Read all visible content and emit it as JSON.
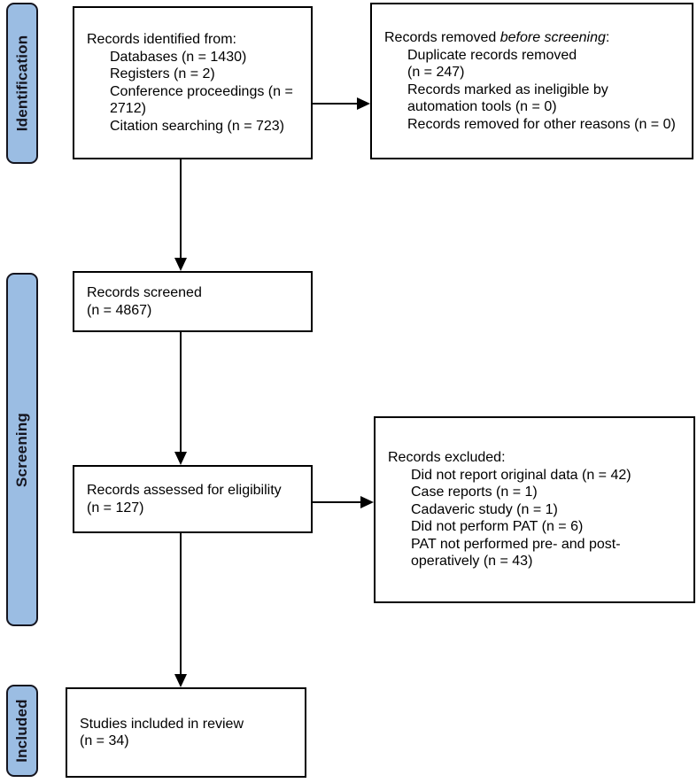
{
  "colors": {
    "rail_fill": "#9BBDE3",
    "rail_border": "#15151F",
    "box_border": "#000000",
    "arrow_color": "#000000"
  },
  "stages": {
    "identification": "Identification",
    "screening": "Screening",
    "included": "Included"
  },
  "boxes": {
    "identified": {
      "title": "Records identified from:",
      "lines": [
        "Databases (n = 1430)",
        "Registers (n = 2)",
        "Conference proceedings (n =",
        "2712)",
        "Citation searching (n = 723)"
      ]
    },
    "removed": {
      "title_prefix": "Records removed ",
      "title_italic": "before screening",
      "title_suffix": ":",
      "lines": [
        "Duplicate records removed",
        "(n = 247)",
        "Records marked as ineligible by",
        "automation tools (n = 0)",
        "Records removed for other reasons (n = 0)"
      ]
    },
    "screened": {
      "lines": [
        "Records screened",
        "(n = 4867)"
      ]
    },
    "assessed": {
      "lines": [
        "Records assessed for eligibility",
        "(n = 127)"
      ]
    },
    "excluded": {
      "title": "Records excluded:",
      "lines": [
        "Did not report original data (n = 42)",
        "Case reports (n = 1)",
        "Cadaveric study (n = 1)",
        "Did not perform PAT (n = 6)",
        "PAT not performed pre- and post-",
        "operatively (n = 43)"
      ]
    },
    "included": {
      "lines": [
        "Studies included in review",
        "(n = 34)"
      ]
    }
  }
}
